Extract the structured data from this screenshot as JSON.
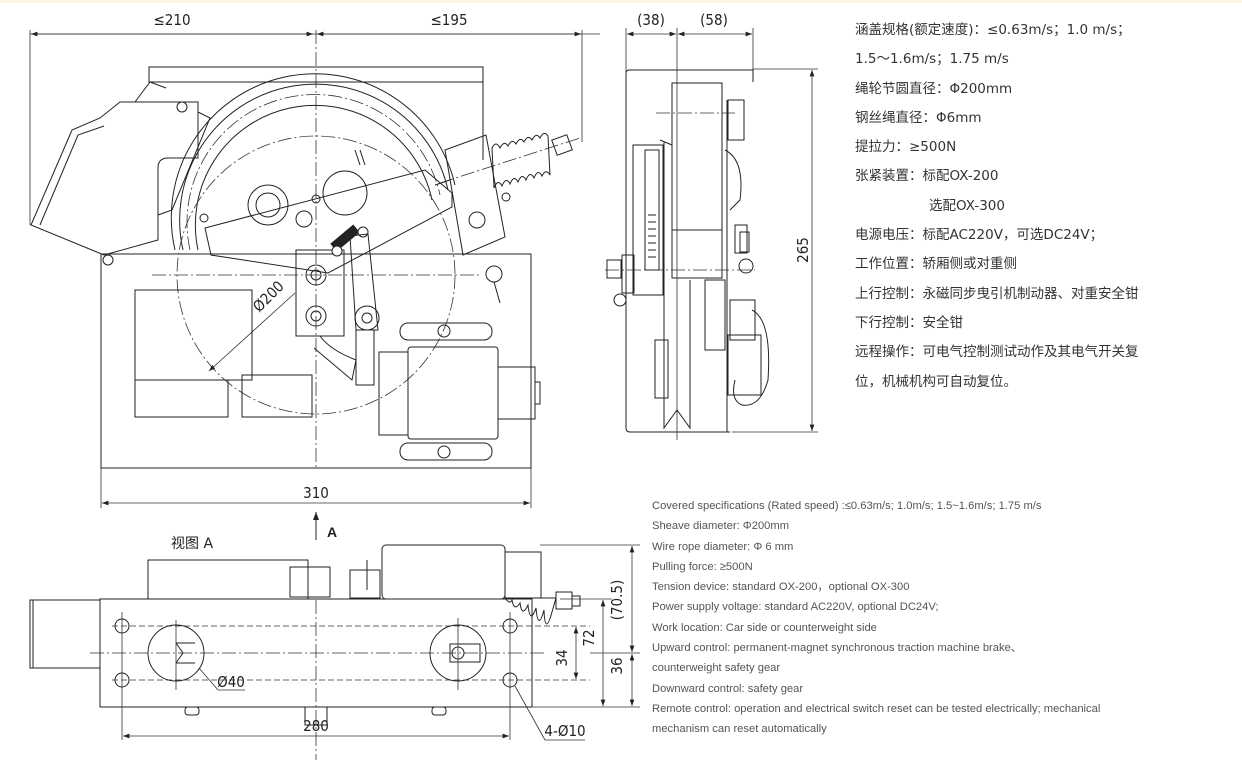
{
  "front_view": {
    "dims": {
      "left_width": "≤210",
      "right_width": "≤195",
      "overall_width": "310",
      "sheave_diameter": "Ø200"
    },
    "view_arrow_label": "A"
  },
  "side_view": {
    "dims": {
      "left_offset": "(38)",
      "right_offset": "(58)",
      "height": "265"
    }
  },
  "view_a": {
    "title": "视图 A",
    "dims": {
      "hole_spacing": "280",
      "bore": "Ø40",
      "mount_holes": "4-Ø10",
      "d34": "34",
      "d72": "72",
      "d36": "36",
      "d70_5": "(70.5)"
    }
  },
  "specs_cn": [
    "涵盖规格(额定速度)：≤0.63m/s；1.0 m/s；",
    "1.5～1.6m/s；1.75 m/s",
    "绳轮节圆直径：Φ200mm",
    "钢丝绳直径：Φ6mm",
    "提拉力：≥500N",
    "张紧装置：标配OX-200",
    "选配OX-300",
    "电源电压：标配AC220V，可选DC24V；",
    "工作位置：轿厢侧或对重侧",
    "上行控制：永磁同步曳引机制动器、对重安全钳",
    "下行控制：安全钳",
    "远程操作：可电气控制测试动作及其电气开关复",
    "位，机械机构可自动复位。"
  ],
  "specs_en": [
    "Covered specifications (Rated speed) :≤0.63m/s; 1.0m/s; 1.5~1.6m/s;  1.75 m/s",
    "Sheave diameter:  Φ200mm",
    "Wire rope diameter:  Φ 6 mm",
    "Pulling force: ≥500N",
    "Tension device: standard  OX-200，optional  OX-300",
    "Power supply voltage: standard AC220V, optional DC24V;",
    "Work location: Car side or counterweight  side",
    "Upward control: permanent-magnet synchronous traction machine brake、",
    "counterweight safety gear",
    "Downward control: safety gear",
    "Remote control: operation and electrical switch reset can be tested electrically; mechanical",
    "mechanism can reset automatically"
  ],
  "colors": {
    "top_strip": "#fdf6e6",
    "line": "#222222",
    "text_cn": "#333333",
    "text_en": "#555555"
  }
}
